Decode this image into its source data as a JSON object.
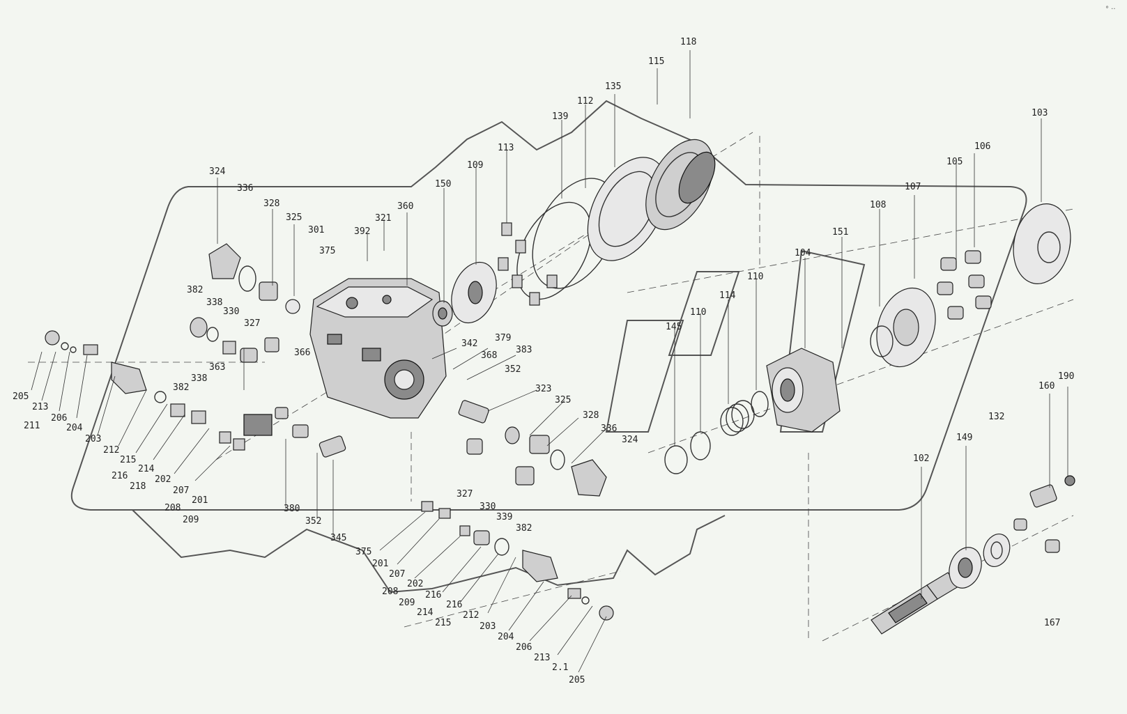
{
  "corner_mark": "° ··",
  "labels": [
    {
      "id": "l118",
      "text": "118"
    },
    {
      "id": "l115",
      "text": "115"
    },
    {
      "id": "l135",
      "text": "135"
    },
    {
      "id": "l112",
      "text": "112"
    },
    {
      "id": "l139",
      "text": "139"
    },
    {
      "id": "l103",
      "text": "103"
    },
    {
      "id": "l106",
      "text": "106"
    },
    {
      "id": "l105",
      "text": "105"
    },
    {
      "id": "l107",
      "text": "107"
    },
    {
      "id": "l108",
      "text": "108"
    },
    {
      "id": "l151",
      "text": "151"
    },
    {
      "id": "l104",
      "text": "104"
    },
    {
      "id": "l110a",
      "text": "110"
    },
    {
      "id": "l114",
      "text": "114"
    },
    {
      "id": "l110b",
      "text": "110"
    },
    {
      "id": "l145",
      "text": "145"
    },
    {
      "id": "l113",
      "text": "113"
    },
    {
      "id": "l109",
      "text": "109"
    },
    {
      "id": "l150",
      "text": "150"
    },
    {
      "id": "l360",
      "text": "360"
    },
    {
      "id": "l321",
      "text": "321"
    },
    {
      "id": "l392",
      "text": "392"
    },
    {
      "id": "l301",
      "text": "301"
    },
    {
      "id": "l375a",
      "text": "375"
    },
    {
      "id": "l324a",
      "text": "324"
    },
    {
      "id": "l336a",
      "text": "336"
    },
    {
      "id": "l328a",
      "text": "328"
    },
    {
      "id": "l325a",
      "text": "325"
    },
    {
      "id": "l382a",
      "text": "382"
    },
    {
      "id": "l338a",
      "text": "338"
    },
    {
      "id": "l330a",
      "text": "330"
    },
    {
      "id": "l327a",
      "text": "327"
    },
    {
      "id": "l363",
      "text": "363"
    },
    {
      "id": "l366",
      "text": "366"
    },
    {
      "id": "l338b",
      "text": "338"
    },
    {
      "id": "l382b",
      "text": "382"
    },
    {
      "id": "l342",
      "text": "342"
    },
    {
      "id": "l379",
      "text": "379"
    },
    {
      "id": "l368",
      "text": "368"
    },
    {
      "id": "l383",
      "text": "383"
    },
    {
      "id": "l352a",
      "text": "352"
    },
    {
      "id": "l323",
      "text": "323"
    },
    {
      "id": "l325b",
      "text": "325"
    },
    {
      "id": "l328b",
      "text": "328"
    },
    {
      "id": "l336b",
      "text": "336"
    },
    {
      "id": "l324b",
      "text": "324"
    },
    {
      "id": "l327b",
      "text": "327"
    },
    {
      "id": "l330b",
      "text": "330"
    },
    {
      "id": "l339",
      "text": "339"
    },
    {
      "id": "l382c",
      "text": "382"
    },
    {
      "id": "l380",
      "text": "380"
    },
    {
      "id": "l352b",
      "text": "352"
    },
    {
      "id": "l345",
      "text": "345"
    },
    {
      "id": "l205a",
      "text": "205"
    },
    {
      "id": "l213a",
      "text": "213"
    },
    {
      "id": "l211a",
      "text": "211"
    },
    {
      "id": "l206a",
      "text": "206"
    },
    {
      "id": "l204a",
      "text": "204"
    },
    {
      "id": "l203a",
      "text": "203"
    },
    {
      "id": "l212a",
      "text": "212"
    },
    {
      "id": "l215a",
      "text": "215"
    },
    {
      "id": "l214a",
      "text": "214"
    },
    {
      "id": "l216a",
      "text": "216"
    },
    {
      "id": "l218",
      "text": "218"
    },
    {
      "id": "l202a",
      "text": "202"
    },
    {
      "id": "l207a",
      "text": "207"
    },
    {
      "id": "l201a",
      "text": "201"
    },
    {
      "id": "l208a",
      "text": "208"
    },
    {
      "id": "l209a",
      "text": "209"
    },
    {
      "id": "l375b",
      "text": "375"
    },
    {
      "id": "l201b",
      "text": "201"
    },
    {
      "id": "l207b",
      "text": "207"
    },
    {
      "id": "l202b",
      "text": "202"
    },
    {
      "id": "l208b",
      "text": "208"
    },
    {
      "id": "l209b",
      "text": "209"
    },
    {
      "id": "l216b",
      "text": "216"
    },
    {
      "id": "l216c",
      "text": "216"
    },
    {
      "id": "l214b",
      "text": "214"
    },
    {
      "id": "l215b",
      "text": "215"
    },
    {
      "id": "l212b",
      "text": "212"
    },
    {
      "id": "l203b",
      "text": "203"
    },
    {
      "id": "l204b",
      "text": "204"
    },
    {
      "id": "l206b",
      "text": "206"
    },
    {
      "id": "l213b",
      "text": "213"
    },
    {
      "id": "l211b",
      "text": "2.1"
    },
    {
      "id": "l205b",
      "text": "205"
    },
    {
      "id": "l102",
      "text": "102"
    },
    {
      "id": "l149",
      "text": "149"
    },
    {
      "id": "l132",
      "text": "132"
    },
    {
      "id": "l160",
      "text": "160"
    },
    {
      "id": "l190",
      "text": "190"
    },
    {
      "id": "l167",
      "text": "167"
    }
  ]
}
